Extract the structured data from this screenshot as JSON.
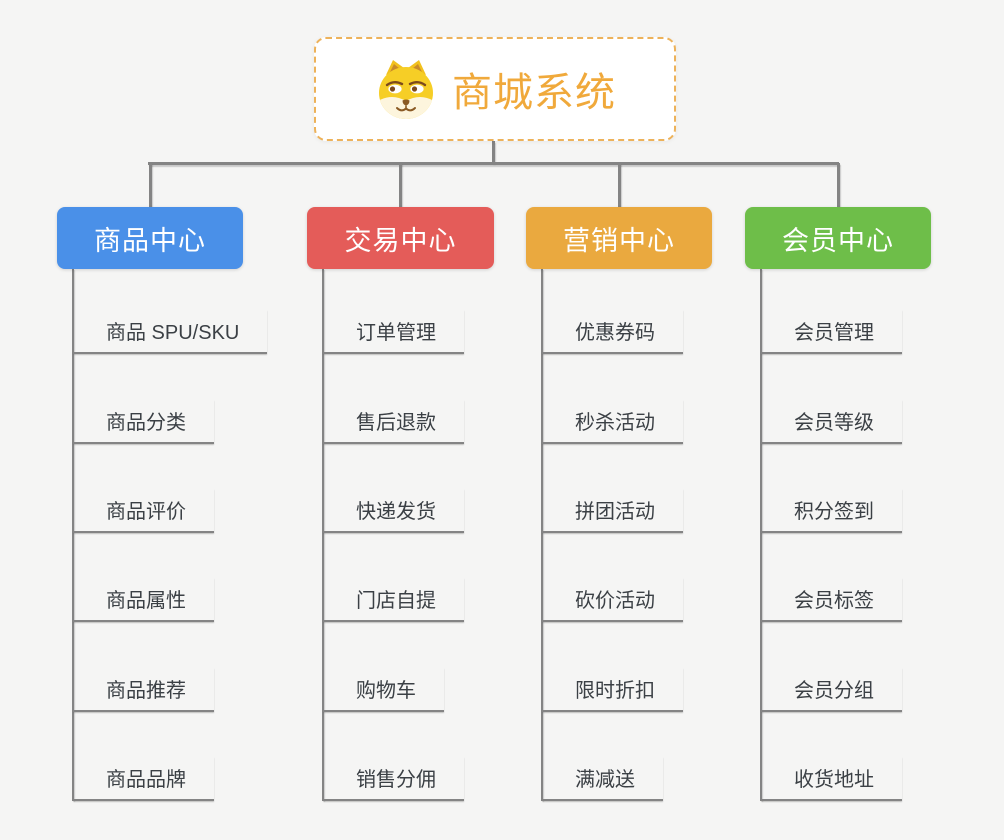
{
  "root": {
    "title": "商城系统",
    "icon": "shiba-dog-icon"
  },
  "branches": [
    {
      "label": "商品中心",
      "color": "#4a90e8",
      "children": [
        "商品 SPU/SKU",
        "商品分类",
        "商品评价",
        "商品属性",
        "商品推荐",
        "商品品牌"
      ]
    },
    {
      "label": "交易中心",
      "color": "#e45c59",
      "children": [
        "订单管理",
        "售后退款",
        "快递发货",
        "门店自提",
        "购物车",
        "销售分佣"
      ]
    },
    {
      "label": "营销中心",
      "color": "#eaa93f",
      "children": [
        "优惠券码",
        "秒杀活动",
        "拼团活动",
        "砍价活动",
        "限时折扣",
        "满减送"
      ]
    },
    {
      "label": "会员中心",
      "color": "#6ebe49",
      "children": [
        "会员管理",
        "会员等级",
        "积分签到",
        "会员标签",
        "会员分组",
        "收货地址"
      ]
    }
  ],
  "colors": {
    "background": "#f5f5f4",
    "connector": "#848484",
    "root_accent": "#f0a93b",
    "root_border": "#edb25a",
    "item_text": "#3b4045"
  }
}
